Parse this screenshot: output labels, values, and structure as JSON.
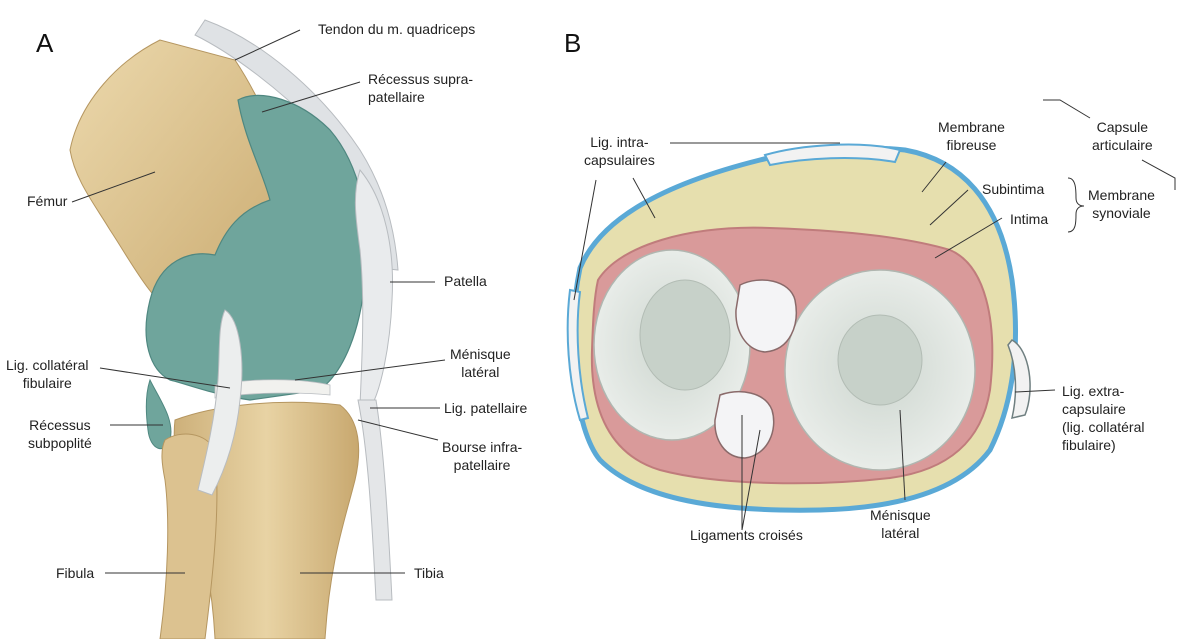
{
  "figure": {
    "panel_a_letter": "A",
    "panel_b_letter": "B"
  },
  "panel_a_labels": {
    "tendon_quadriceps": "Tendon du m. quadriceps",
    "recessus_supra": "Récessus supra-\npatellaire",
    "femur": "Fémur",
    "patella": "Patella",
    "lig_collateral": "Lig. collatéral\nfibulaire",
    "menisque_lateral": "Ménisque\nlatéral",
    "recessus_subpoplite": "Récessus\nsubpoplité",
    "lig_patellaire": "Lig. patellaire",
    "bourse_infra": "Bourse infra-\npatellaire",
    "fibula": "Fibula",
    "tibia": "Tibia"
  },
  "panel_b_labels": {
    "lig_intracapsulaires": "Lig. intra-\ncapsulaires",
    "membrane_fibreuse": "Membrane\nfibreuse",
    "capsule_articulaire": "Capsule\narticulaire",
    "subintima": "Subintima",
    "intima": "Intima",
    "membrane_synoviale": "Membrane\nsynoviale",
    "lig_extracapsulaire": "Lig. extra-\ncapsulaire\n(lig. collatéral\nfibulaire)",
    "menisque_lateral": "Ménisque\nlatéral",
    "ligaments_croises": "Ligaments croisés"
  },
  "colors": {
    "bone": "#e2cc9a",
    "bone_shadow": "#c9ab72",
    "synovial": "#6fa59c",
    "synovial_dark": "#4f8780",
    "tendon": "#e4e6e8",
    "capsule_blue": "#5aa9d6",
    "fat": "#e6dfae",
    "synovium_pink": "#d99a9a",
    "cartilage": "#d9dfd8"
  }
}
